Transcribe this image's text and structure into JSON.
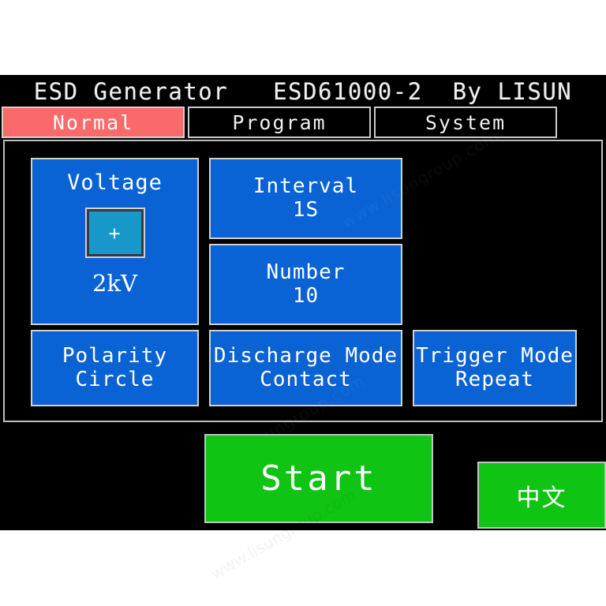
{
  "header": {
    "title": "ESD Generator   ESD61000-2  By LISUN"
  },
  "tabs": [
    {
      "id": "normal",
      "label": "Normal",
      "active": true
    },
    {
      "id": "program",
      "label": "Program",
      "active": false
    },
    {
      "id": "system",
      "label": "System",
      "active": false
    }
  ],
  "panels": {
    "voltage": {
      "title": "Voltage",
      "polarity_symbol": "+",
      "value": "2kV"
    },
    "interval": {
      "title": "Interval",
      "value": "1S"
    },
    "number": {
      "title": "Number",
      "value": "10"
    },
    "polarity": {
      "title": "Polarity",
      "value": "Circle"
    },
    "discharge_mode": {
      "title": "Discharge Mode",
      "value": "Contact"
    },
    "trigger_mode": {
      "title": "Trigger Mode",
      "value": "Repeat"
    }
  },
  "actions": {
    "start_label": "Start",
    "language_label": "中文"
  },
  "colors": {
    "screen_background": "#000000",
    "panel_blue": "#0A63D4",
    "active_tab_red": "#FA6A6A",
    "button_green": "#10C413",
    "voltage_box_cyan": "#1798C8",
    "border_gray": "#D5D0C8",
    "text_white": "#FFFFFF"
  },
  "watermarks": {
    "site": "www.lisungroup.com"
  }
}
